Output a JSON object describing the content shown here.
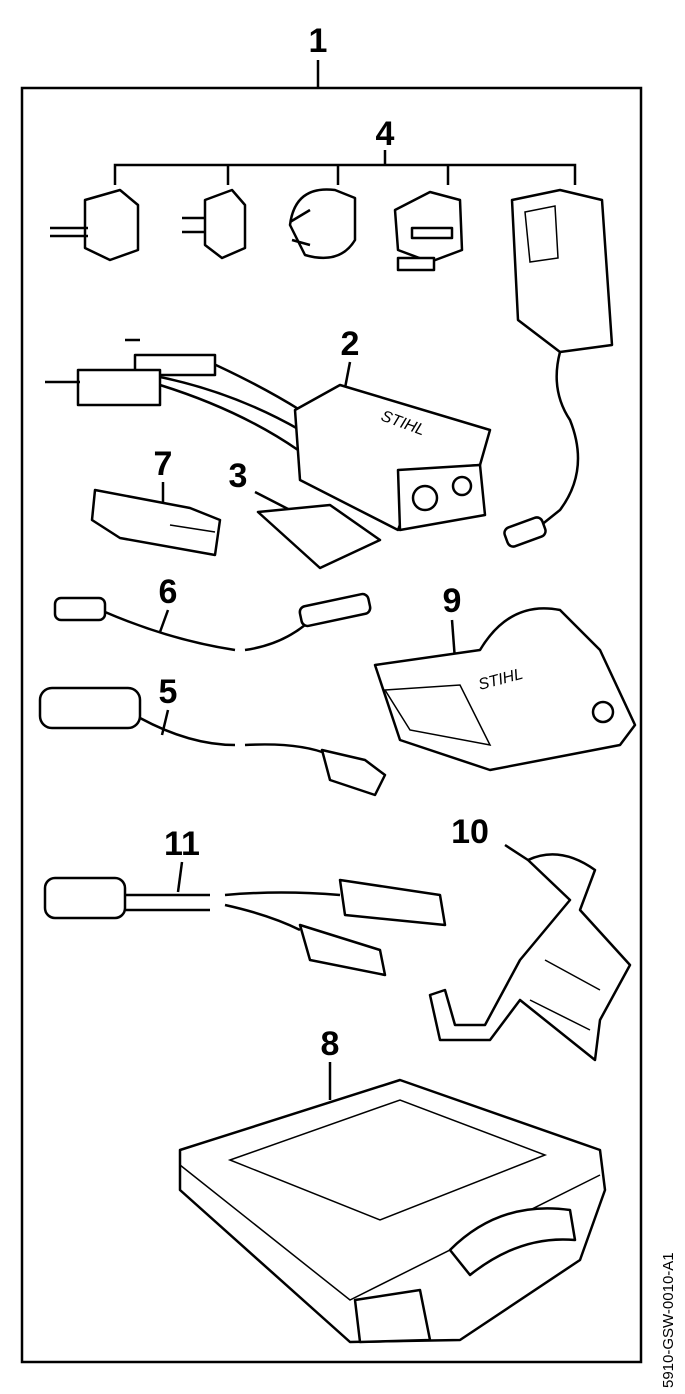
{
  "labels": {
    "kit": "1",
    "interface": "2",
    "card": "3",
    "plug_adapters": "4",
    "cable_5": "5",
    "cable_6": "6",
    "usb_stick": "7",
    "case": "8",
    "holder_9": "9",
    "holder_10": "10",
    "cable_11": "11"
  },
  "brand_text": "STIHL",
  "drawing_code": "5910-GSW-0010-A1"
}
